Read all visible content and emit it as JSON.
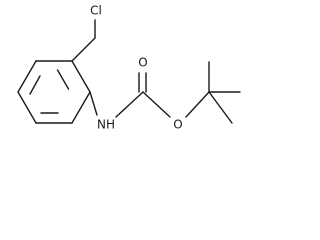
{
  "molecule": {
    "atoms": {
      "chlorine": "Cl",
      "amine": "NH",
      "carbonyl_oxygen": "O",
      "ester_oxygen": "O"
    },
    "colors": {
      "bond": "#1a1a1a",
      "label": "#1a1a1a",
      "background": "#ffffff"
    }
  }
}
